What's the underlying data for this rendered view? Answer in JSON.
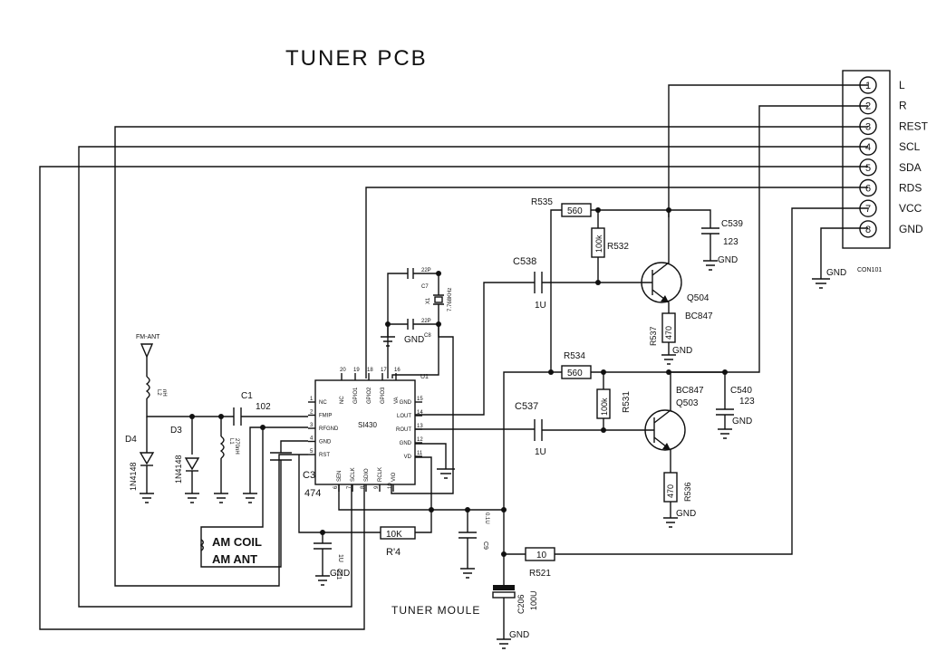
{
  "title": "TUNER PCB",
  "module_label": "TUNER MOULE",
  "connector": {
    "ref": "CON101",
    "pins": [
      {
        "num": "1",
        "name": "L"
      },
      {
        "num": "2",
        "name": "R"
      },
      {
        "num": "3",
        "name": "REST"
      },
      {
        "num": "4",
        "name": "SCL"
      },
      {
        "num": "5",
        "name": "SDA"
      },
      {
        "num": "6",
        "name": "RDS"
      },
      {
        "num": "7",
        "name": "VCC"
      },
      {
        "num": "8",
        "name": "GND"
      }
    ]
  },
  "ic": {
    "ref": "U1",
    "part": "SI430",
    "left_pins": [
      {
        "num": "1",
        "name": "NC"
      },
      {
        "num": "2",
        "name": "FMIP"
      },
      {
        "num": "3",
        "name": "RFGND"
      },
      {
        "num": "4",
        "name": "GND"
      },
      {
        "num": "5",
        "name": "RST"
      }
    ],
    "top_pins": [
      {
        "num": "20",
        "name": "NC"
      },
      {
        "num": "19",
        "name": "GPIO1"
      },
      {
        "num": "18",
        "name": "GPIO2"
      },
      {
        "num": "17",
        "name": "GPIO3"
      },
      {
        "num": "16",
        "name": "VA"
      }
    ],
    "right_pins": [
      {
        "num": "15",
        "name": "GND"
      },
      {
        "num": "14",
        "name": "LOUT"
      },
      {
        "num": "13",
        "name": "ROUT"
      },
      {
        "num": "12",
        "name": "GND"
      },
      {
        "num": "11",
        "name": "VD"
      }
    ],
    "bottom_pins": [
      {
        "num": "6",
        "name": "SEN"
      },
      {
        "num": "7",
        "name": "SCLK"
      },
      {
        "num": "8",
        "name": "SDIO"
      },
      {
        "num": "9",
        "name": "RCLK"
      },
      {
        "num": "10",
        "name": "VIO"
      }
    ]
  },
  "components": {
    "fm_ant": "FM-ANT",
    "l2": "L2",
    "l2_val": "nH",
    "c1": "C1",
    "c1_val": "102",
    "d4": "D4",
    "d4_val": "1N4148",
    "d3": "D3",
    "d3_val": "1N4148",
    "l1": "L1",
    "l1_val": "270nH",
    "c3": "C3",
    "c3_val": "474",
    "am_coil": "AM COIL",
    "am_ant": "AM ANT",
    "c11": "C11",
    "c11_val": "1U",
    "gnd": "GND",
    "r4_val": "10K",
    "r4": "R'4",
    "c9": "C9",
    "c9_val": "0.1U",
    "c7": "C7",
    "c7_val": "22P",
    "c8": "C8",
    "c8_val": "22P",
    "x1": "X1",
    "x1_val": "7.768KHz",
    "r535": "R535",
    "r535_val": "560",
    "r532": "R532",
    "r532_val": "100k",
    "c539": "C539",
    "c539_val": "123",
    "c538": "C538",
    "c538_val": "1U",
    "q504": "Q504",
    "q504_type": "BC847",
    "r537": "R537",
    "r537_val": "470",
    "r534": "R534",
    "r534_val": "560",
    "r531": "R531",
    "r531_val": "100k",
    "c540": "C540",
    "c540_val": "123",
    "q503": "Q503",
    "q503_type": "BC847",
    "c537": "C537",
    "c537_val": "1U",
    "r536": "R536",
    "r536_val": "470",
    "r521": "R521",
    "r521_val": "10",
    "c206": "C206",
    "c206_val": "100U"
  }
}
